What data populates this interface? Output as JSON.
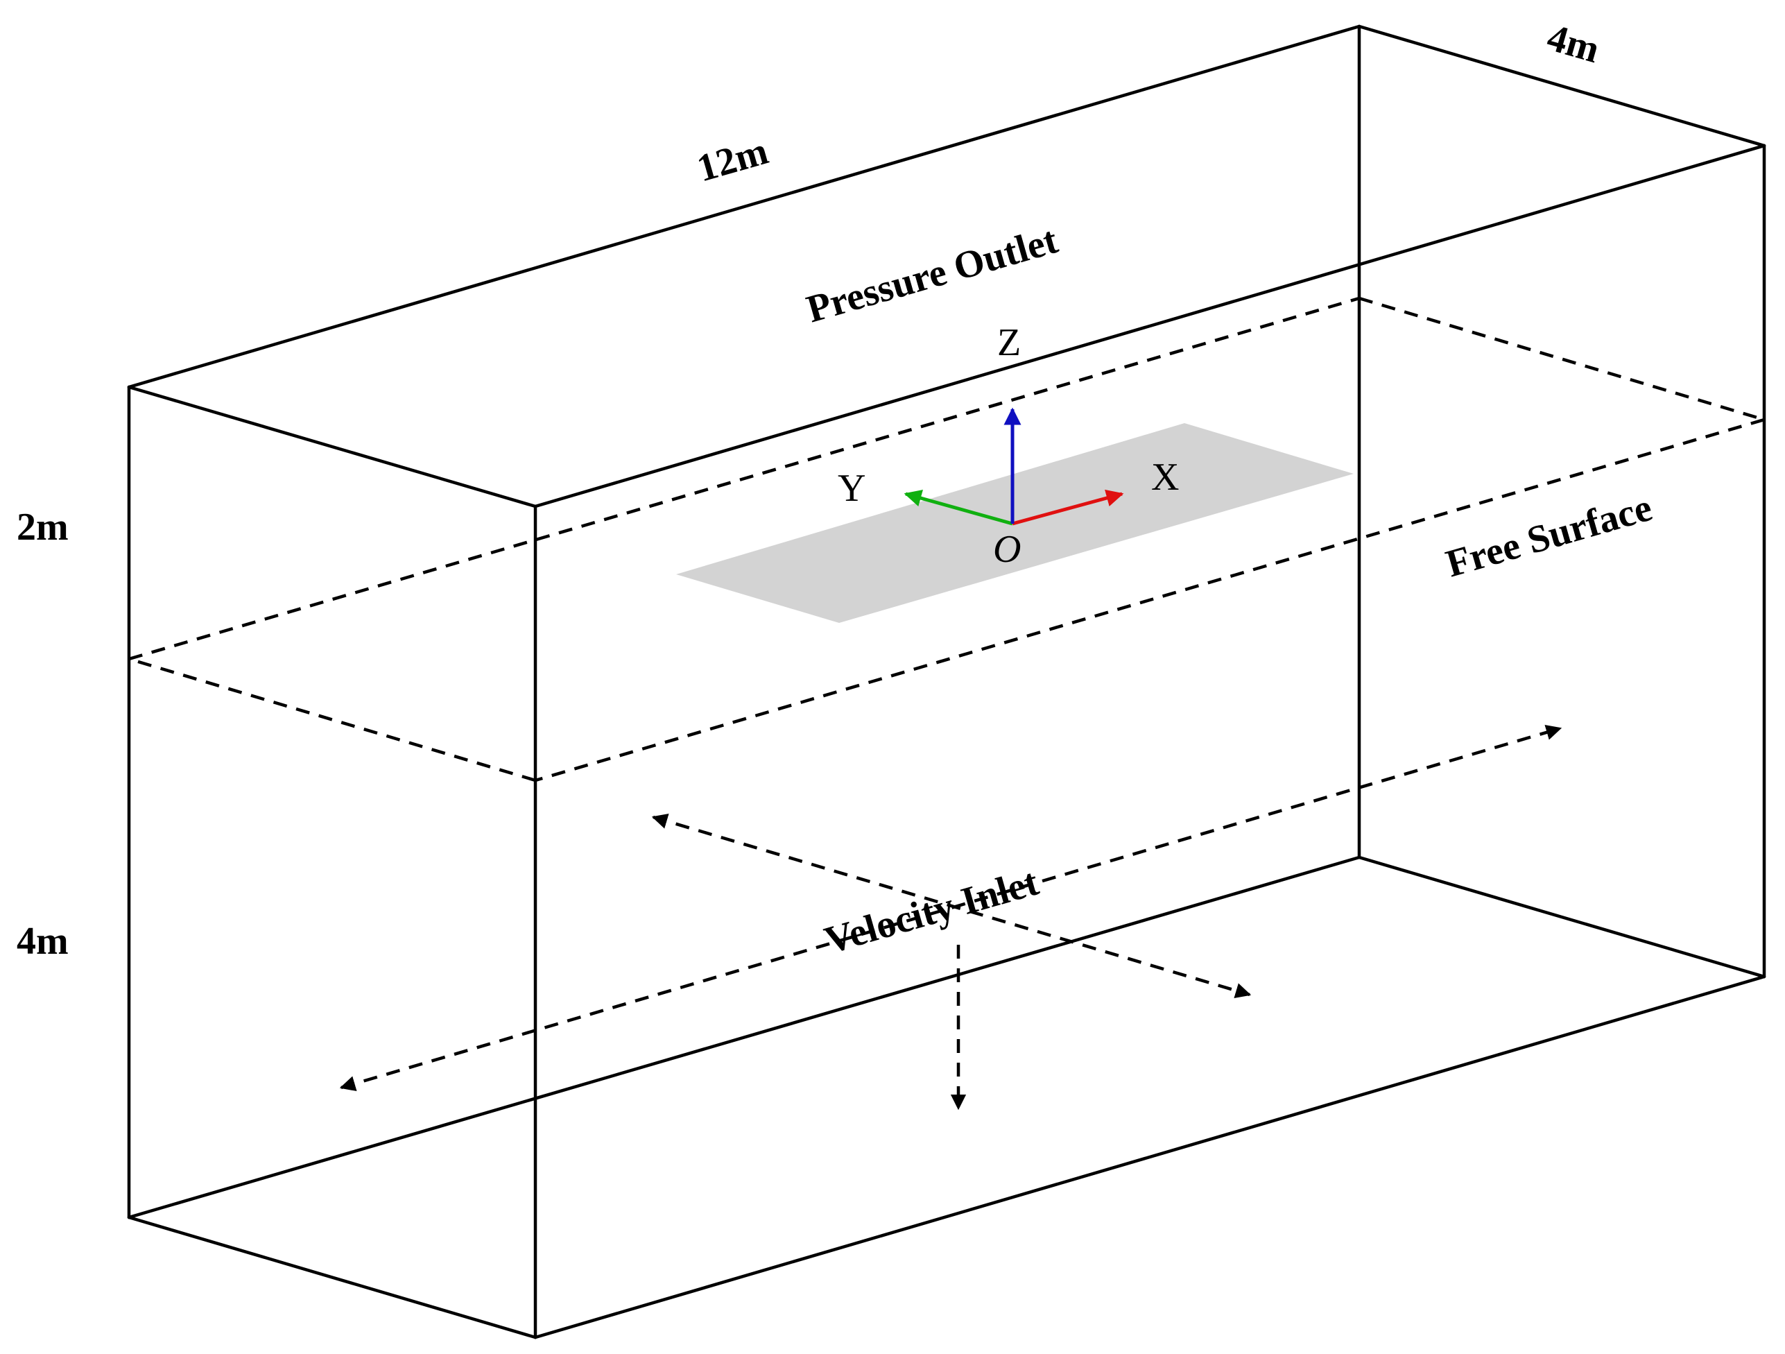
{
  "dimensions": {
    "length": "12m",
    "width": "4m",
    "air_height": "2m",
    "water_depth": "4m"
  },
  "boundaries": {
    "top": "Pressure Outlet",
    "free_surface": "Free Surface",
    "inlet": "Velocity Inlet"
  },
  "axes": {
    "x": "X",
    "y": "Y",
    "z": "Z",
    "origin": "O"
  },
  "colors": {
    "x_axis": "#e01010",
    "y_axis": "#10b010",
    "z_axis": "#1010c0",
    "plate": "#d3d3d3",
    "lines": "#000000"
  }
}
